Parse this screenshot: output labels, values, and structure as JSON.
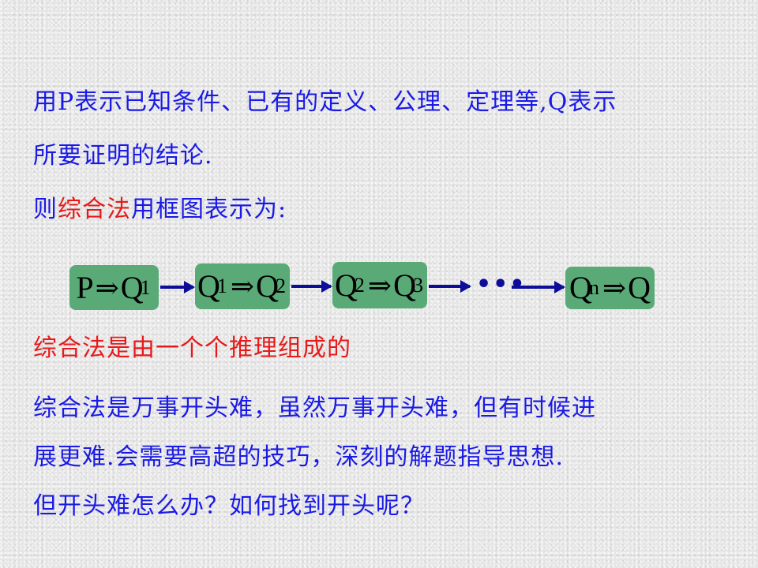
{
  "intro": {
    "line1": "用P表示已知条件、已有的定义、公理、定理等,Q表示",
    "line2": "所要证明的结论.",
    "line3_prefix": "则",
    "line3_highlight": "综合法",
    "line3_suffix": "用框图表示为:"
  },
  "diagram": {
    "boxes": [
      {
        "left": "P",
        "left_sub": "",
        "implies": "⇒",
        "right": "Q",
        "right_sub": "1"
      },
      {
        "left": "Q",
        "left_sub": "1",
        "implies": "⇒",
        "right": "Q",
        "right_sub": "2"
      },
      {
        "left": "Q",
        "left_sub": "2",
        "implies": "⇒",
        "right": "Q",
        "right_sub": "3"
      },
      {
        "left": "Q",
        "left_sub": "n",
        "implies": "⇒",
        "right": "Q",
        "right_sub": ""
      }
    ],
    "ellipsis": "•••",
    "box_color": "#5aaa78",
    "arrow_color": "#0d0d99"
  },
  "statement": "综合法是由一个个推理组成的",
  "body": {
    "line1": "综合法是万事开头难，虽然万事开头难，但有时候进",
    "line2": "展更难.会需要高超的技巧，深刻的解题指导思想.",
    "line3": "但开头难怎么办？如何找到开头呢？"
  },
  "colors": {
    "text_blue": "#1a1ae6",
    "text_red": "#e61a1a"
  }
}
